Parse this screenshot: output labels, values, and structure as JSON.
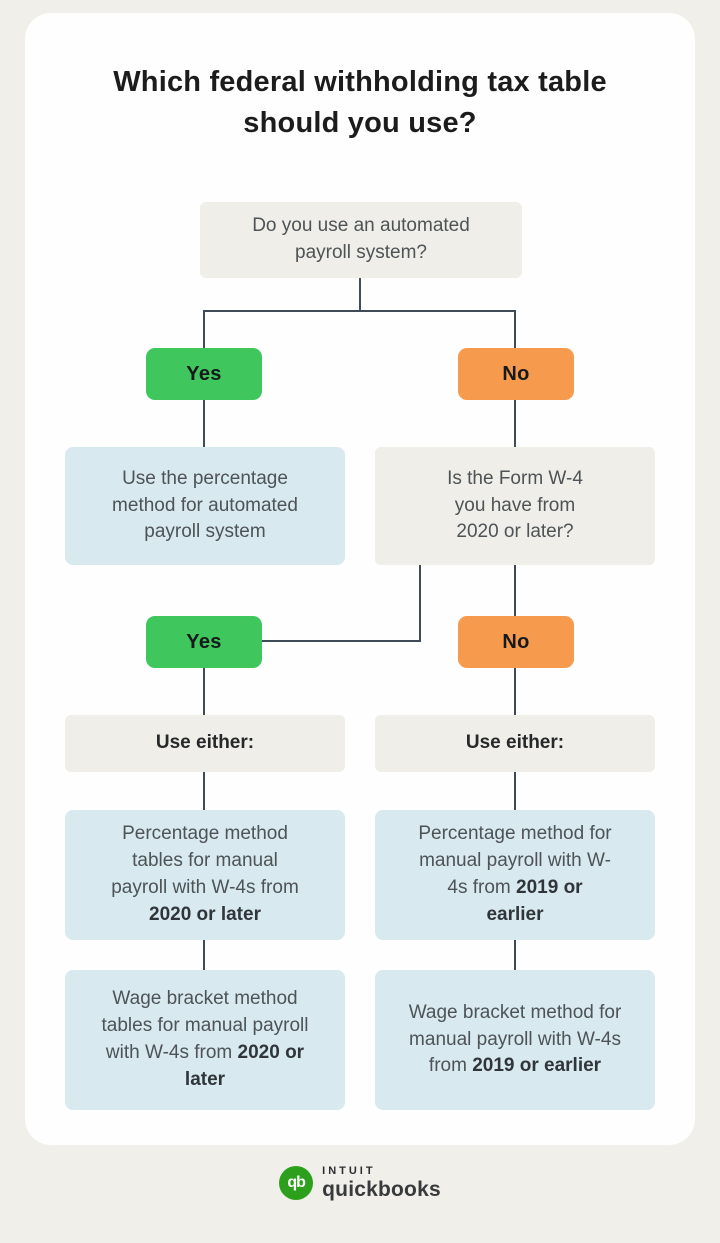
{
  "title": "Which federal withholding tax table should you use?",
  "colors": {
    "background": "#f0efe9",
    "card": "#fefefe",
    "gray_box": "#efeee9",
    "blue_box": "#d8e9f0",
    "yes_green": "#3fc65c",
    "no_orange": "#f69b4d",
    "connector_line": "#3f4b57",
    "logo_green": "#2ca01c"
  },
  "nodes": {
    "q_automated": {
      "text": "Do you use an automated payroll system?"
    },
    "yes1": {
      "label": "Yes"
    },
    "no1": {
      "label": "No"
    },
    "automated_result": {
      "text": "Use the percentage method for automated payroll system"
    },
    "q_w4": {
      "text": "Is the Form W-4 you have from 2020 or later?"
    },
    "yes2": {
      "label": "Yes"
    },
    "no2": {
      "label": "No"
    },
    "use_either_left": {
      "text": "Use either:"
    },
    "use_either_right": {
      "text": "Use either:"
    },
    "left_result_percentage": {
      "text": "Percentage method tables for manual payroll with W-4s from ",
      "bold": "2020 or later"
    },
    "left_result_wage": {
      "text": "Wage bracket method tables for manual payroll with W-4s from ",
      "bold": "2020 or later"
    },
    "right_result_percentage": {
      "text": "Percentage method for manual payroll with W-4s from ",
      "bold": "2019 or earlier"
    },
    "right_result_wage": {
      "text": "Wage bracket method for manual payroll with W-4s from ",
      "bold": "2019 or earlier"
    }
  },
  "footer": {
    "logo_mark": "qb",
    "brand_top": "INTUIT",
    "brand_bottom": "quickbooks"
  }
}
